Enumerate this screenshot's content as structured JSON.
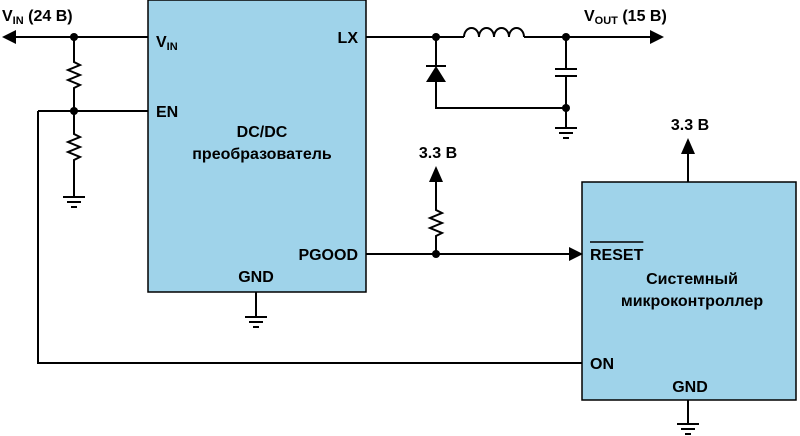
{
  "colors": {
    "block_fill": "#9fd3ea",
    "line": "#000000",
    "background": "#ffffff"
  },
  "vin_label": {
    "main": "V",
    "sub": "IN",
    "rest": " (24 В)"
  },
  "vout_label": {
    "main": "V",
    "sub": "OUT",
    "rest": " (15 В)"
  },
  "dcdc": {
    "title_line1": "DC/DC",
    "title_line2": "преобразователь",
    "pin_vin_main": "V",
    "pin_vin_sub": "IN",
    "pin_en": "EN",
    "pin_lx": "LX",
    "pin_pgood": "PGOOD",
    "pin_gnd": "GND"
  },
  "mcu": {
    "title_line1": "Системный",
    "title_line2": "микроконтроллер",
    "pin_reset": "RESET",
    "pin_on": "ON",
    "pin_gnd": "GND"
  },
  "pullup_label": "3.3 В",
  "mcu_supply_label": "3.3 В"
}
